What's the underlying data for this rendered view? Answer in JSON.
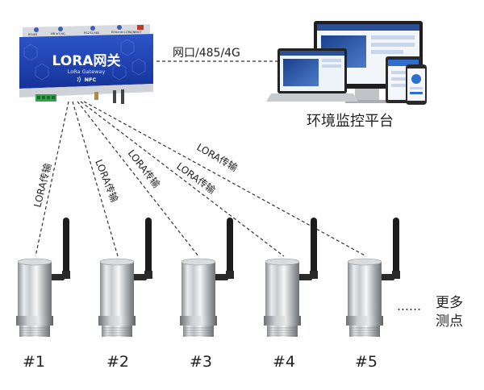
{
  "gateway": {
    "title": "LORA网关",
    "subtitle": "LoRa Gateway",
    "nfc": "NFC",
    "port_labels": [
      "RS485",
      "NB IoT/4G",
      "RS232/485",
      "Ethernet LORA/NBIOT"
    ]
  },
  "uplink_label": "网口/485/4G",
  "platform_label": "环境监控平台",
  "link_label": "LORA传输",
  "nodes": [
    "#1",
    "#2",
    "#3",
    "#4",
    "#5"
  ],
  "more": {
    "dots": "……",
    "line1": "更多",
    "line2": "测点"
  }
}
